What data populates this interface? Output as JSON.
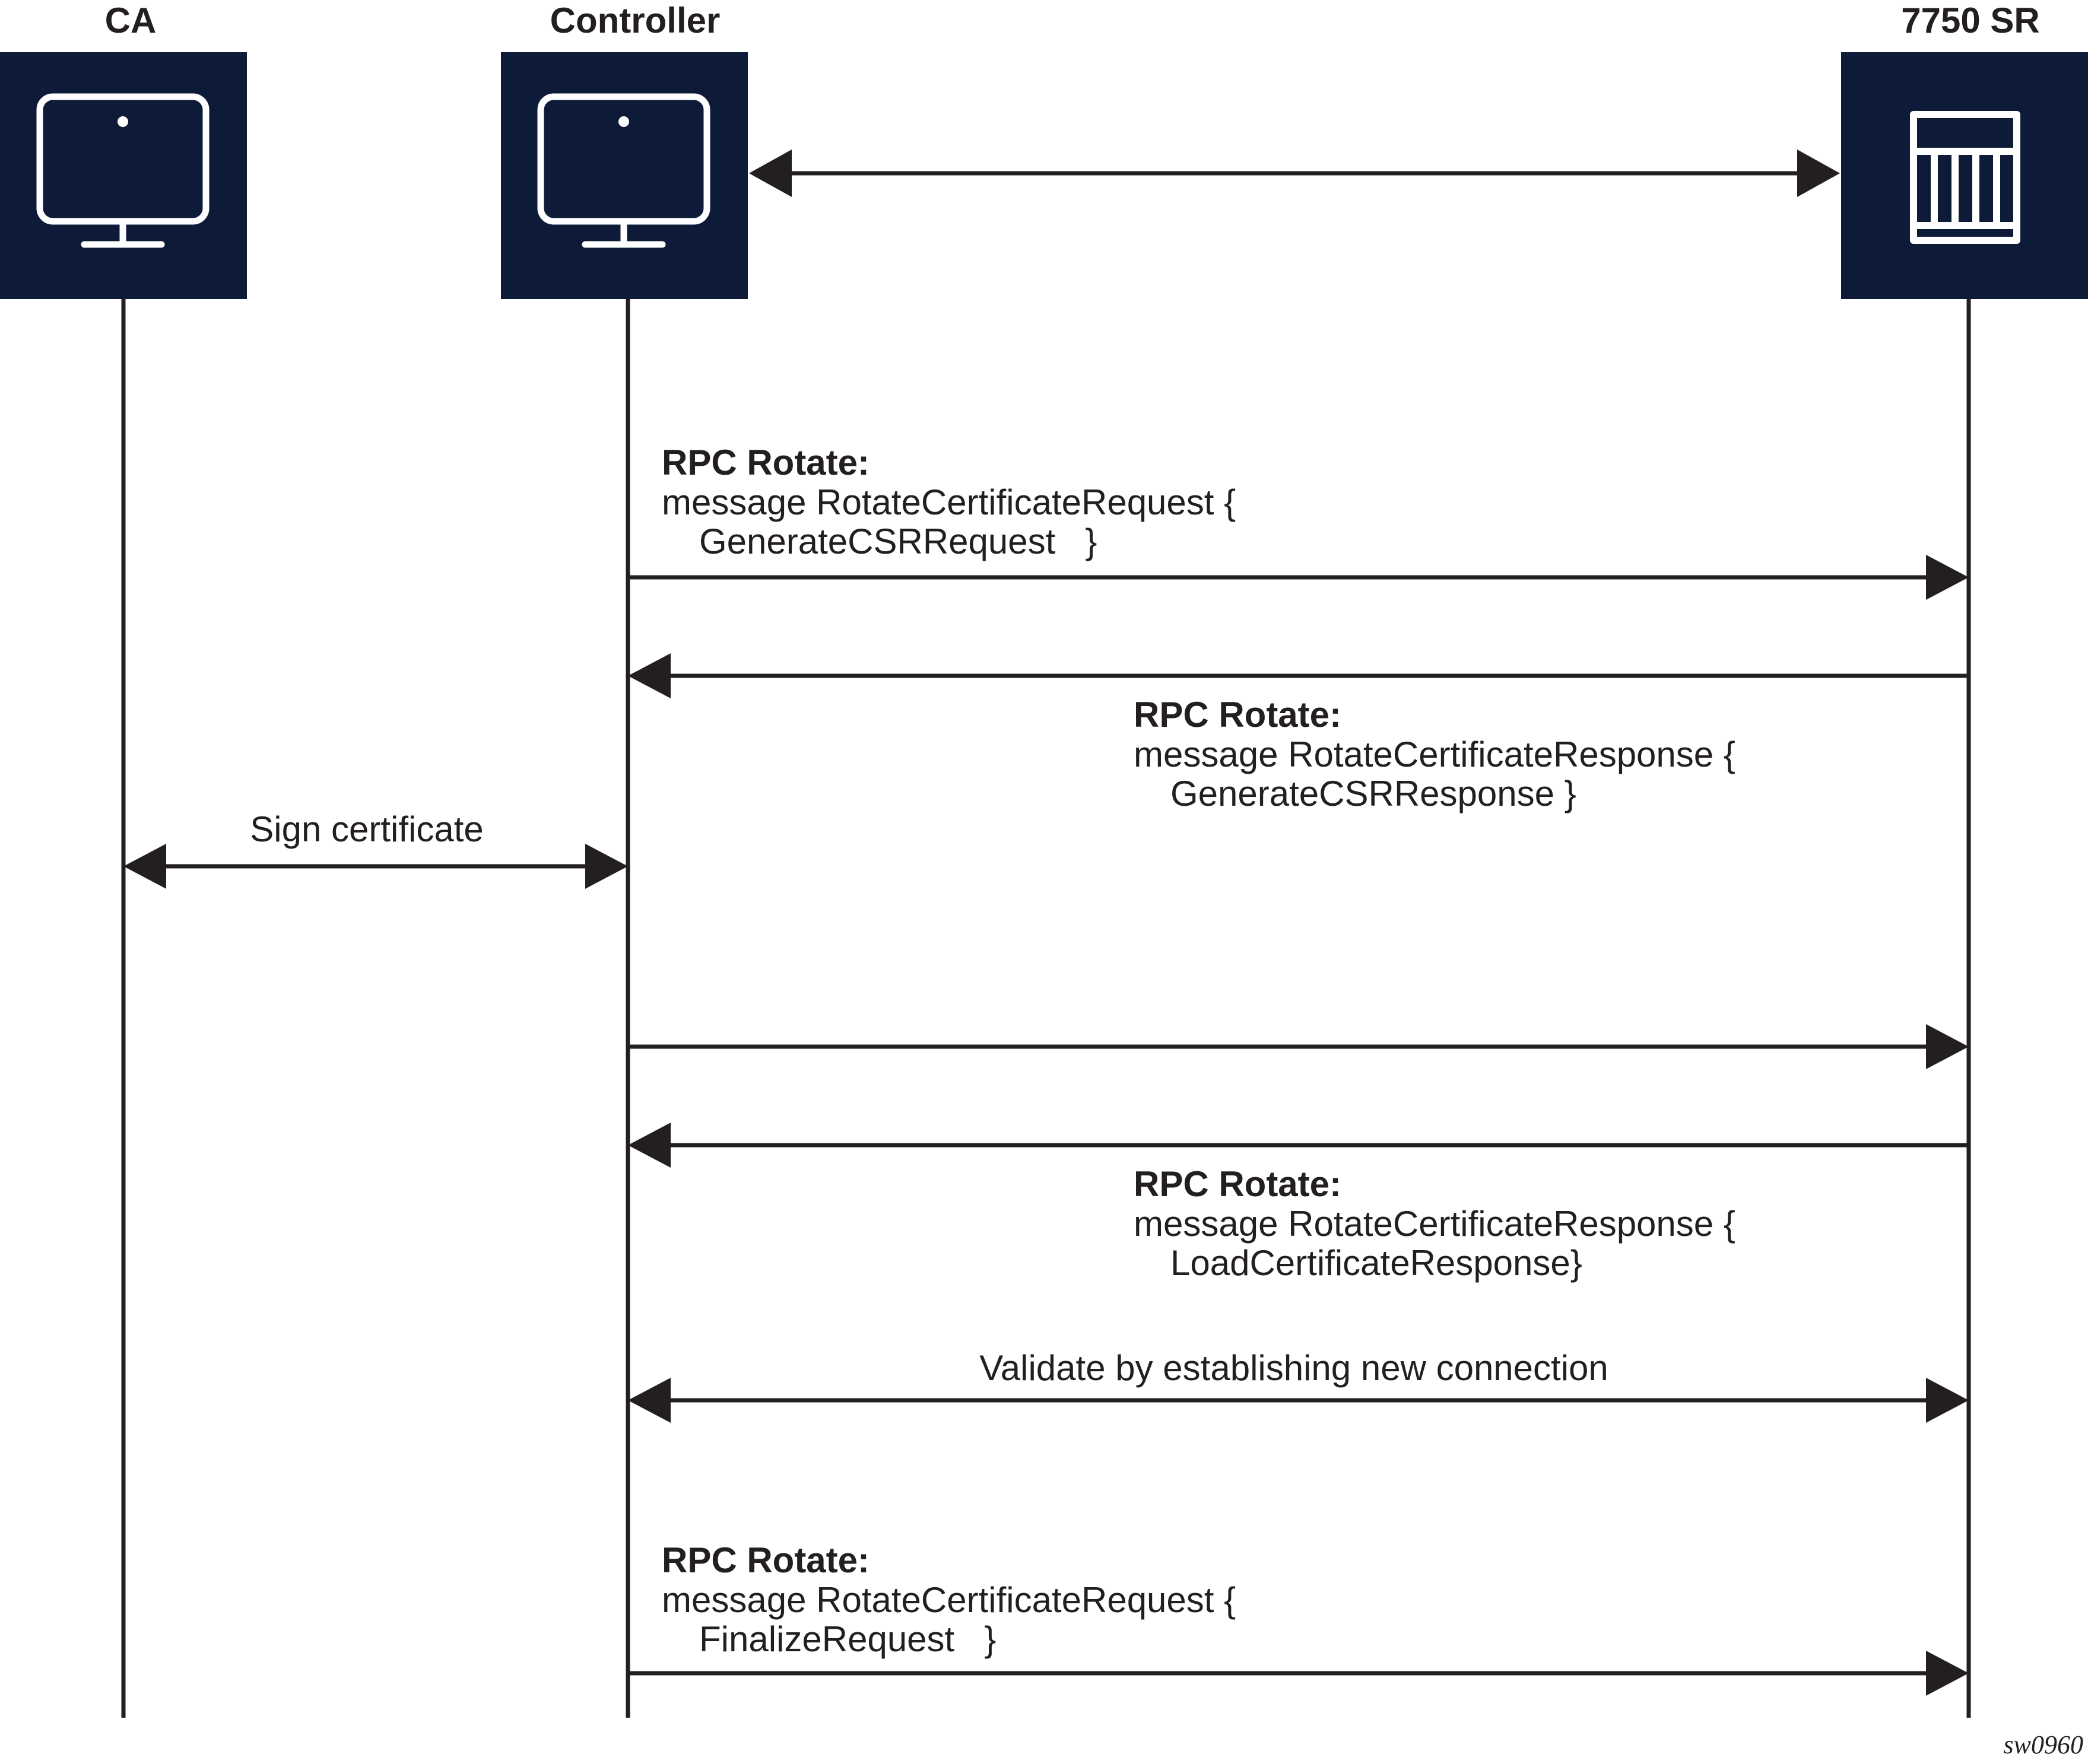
{
  "actors": [
    {
      "id": "ca",
      "label": "CA",
      "icon": "monitor-icon"
    },
    {
      "id": "controller",
      "label": "Controller",
      "icon": "monitor-icon"
    },
    {
      "id": "sr",
      "label": "7750 SR",
      "icon": "router-icon"
    }
  ],
  "messages": [
    {
      "id": "msg1",
      "title": "RPC Rotate:",
      "line1": "message RotateCertificateRequest {",
      "line2": "GenerateCSRRequest   }"
    },
    {
      "id": "msg2",
      "title": "RPC Rotate:",
      "line1": "message RotateCertificateResponse {",
      "line2": "GenerateCSRResponse }"
    },
    {
      "id": "msg3",
      "label": "Sign certificate"
    },
    {
      "id": "msg5",
      "title": "RPC Rotate:",
      "line1": "message RotateCertificateResponse {",
      "line2": "LoadCertificateResponse}"
    },
    {
      "id": "msg6",
      "label": "Validate by establishing new connection"
    },
    {
      "id": "msg7",
      "title": "RPC Rotate:",
      "line1": "message RotateCertificateRequest {",
      "line2": "FinalizeRequest   }"
    }
  ],
  "figure_id": "sw0960",
  "colors": {
    "actor_box": "#0d1b38",
    "line": "#231f20",
    "background": "#ffffff"
  }
}
